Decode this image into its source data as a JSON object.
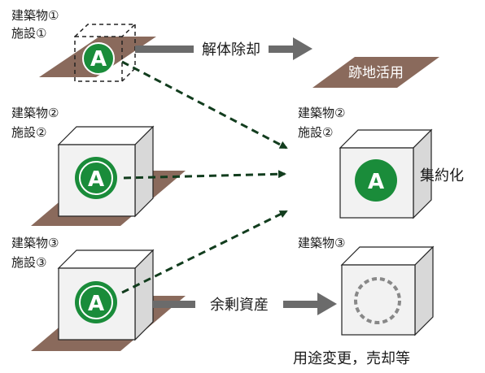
{
  "labels": {
    "b1_name": "建築物①",
    "f1_name": "施設①",
    "b2_name": "建築物②",
    "f2_name": "施設②",
    "b3_name": "建築物③",
    "f3_name": "施設③",
    "r2_b_name": "建築物②",
    "r2_f_name": "施設②",
    "r3_b_name": "建築物③"
  },
  "badge_letter": "A",
  "arrows": {
    "demolish": "解体除却",
    "surplus": "余剰資産"
  },
  "outcomes": {
    "site_use": "跡地活用",
    "consolidation": "集約化",
    "repurpose": "用途変更，売却等"
  },
  "colors": {
    "green": "#1a8c3a",
    "dark_green": "#123d1e",
    "ground": "#8a6a5c",
    "gray_arrow": "#6b6b6b",
    "box_front": "#f2f2f2",
    "box_side": "#d8d8d8"
  }
}
